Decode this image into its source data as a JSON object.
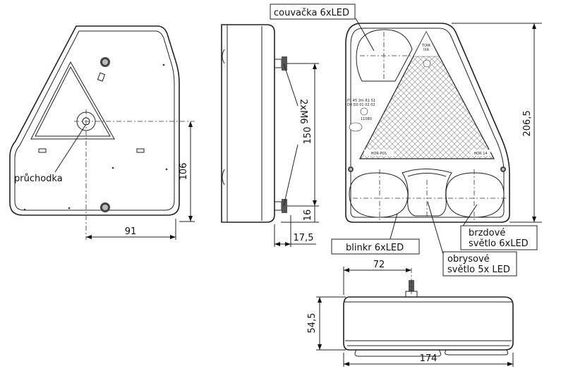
{
  "labels": {
    "couvacka": "couvačka 6xLED",
    "pruchodka": "průchodka",
    "blinkr": "blinkr 6xLED",
    "brzdove_1": "brzdové",
    "brzdove_2": "světlo 6xLED",
    "obrysove_1": "obrysové",
    "obrysove_2": "světlo 5x LED"
  },
  "dimensions": {
    "d91": "91",
    "d106": "106",
    "d2xm6": "2xM6",
    "d150": "150",
    "d16": "16",
    "d175": "17,5",
    "d2065": "206,5",
    "d72": "72",
    "d545": "54,5",
    "d174": "174"
  },
  "markings": {
    "brand": "HOR-POL",
    "model": "HOR 14",
    "code_row1": "P1 45 2m R1 S1",
    "code_row2": "D0 D0 01 02 02",
    "approval": "11080"
  }
}
